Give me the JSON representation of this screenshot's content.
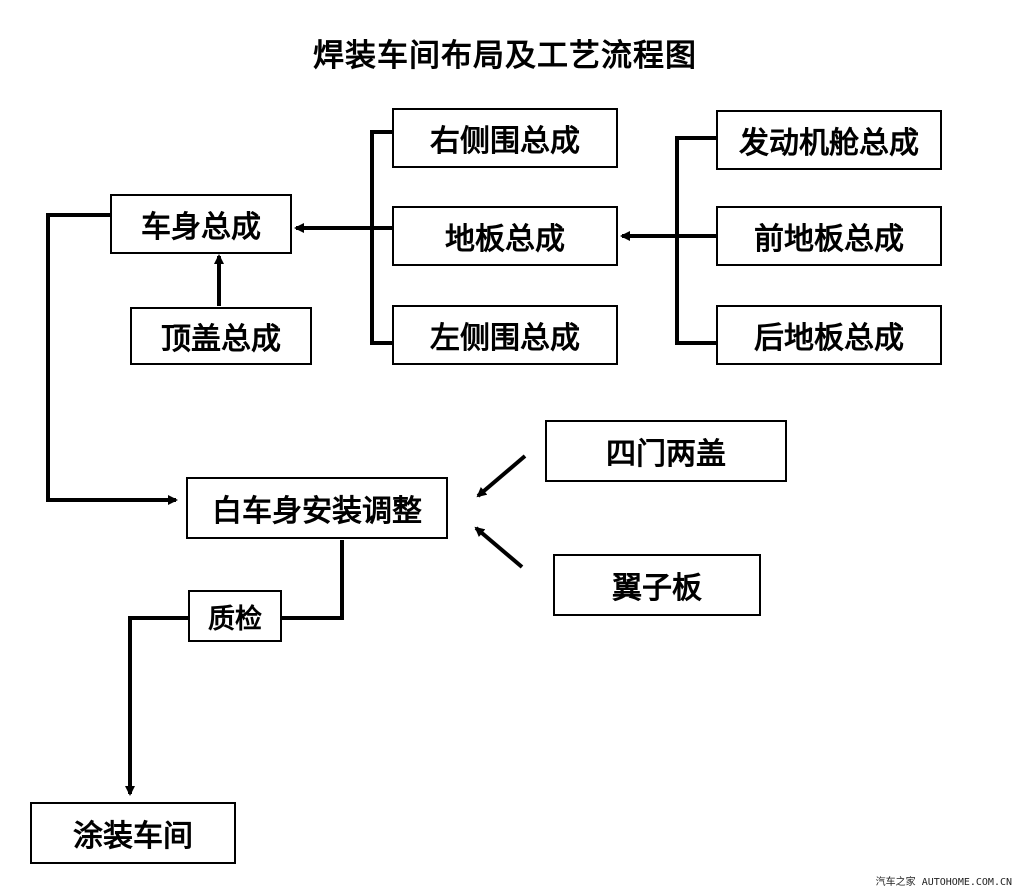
{
  "title": "焊装车间布局及工艺流程图",
  "nodes": {
    "body_assembly": "车身总成",
    "roof_assembly": "顶盖总成",
    "right_side_frame": "右侧围总成",
    "floor_assembly": "地板总成",
    "left_side_frame": "左侧围总成",
    "engine_bay": "发动机舱总成",
    "front_floor": "前地板总成",
    "rear_floor": "后地板总成",
    "biw_adjustment": "白车身安装调整",
    "doors_covers": "四门两盖",
    "fenders": "翼子板",
    "quality_check": "质检",
    "paint_shop": "涂装车间"
  },
  "watermark": "汽车之家 AUTOHOME.COM.CN"
}
